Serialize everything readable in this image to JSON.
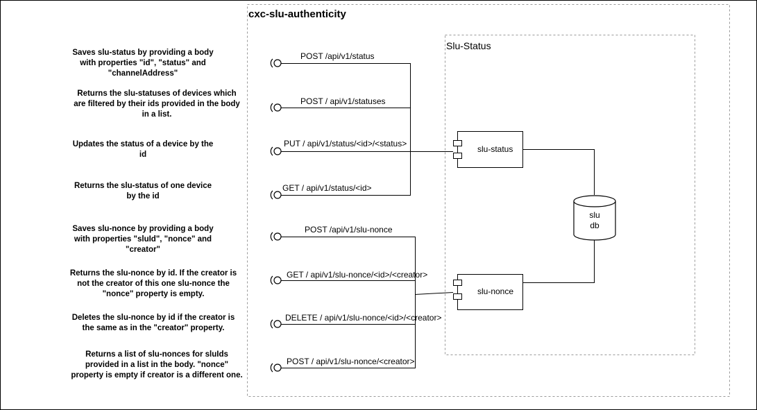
{
  "diagram": {
    "outer_title": "cxc-slu-authenticity",
    "inner_title": "Slu-Status",
    "components": {
      "slu_status": "slu-status",
      "slu_nonce": "slu-nonce"
    },
    "database": {
      "line1": "slu",
      "line2": "db"
    },
    "status_endpoints": [
      "POST /api/v1/status",
      "POST / api/v1/statuses",
      "PUT / api/v1/status/<id>/<status>",
      "GET / api/v1/status/<id>"
    ],
    "nonce_endpoints": [
      "POST /api/v1/slu-nonce",
      "GET / api/v1/slu-nonce/<id>/<creator>",
      "DELETE / api/v1/slu-nonce/<id>/<creator>",
      "POST / api/v1/slu-nonce/<creator>"
    ],
    "descriptions": [
      [
        "Saves slu-status by providing a body",
        "with properties \"id\", \"status\" and",
        "\"channelAddress\""
      ],
      [
        "Returns the slu-statuses of devices which",
        "are filtered by their ids provided in the body",
        "in a list."
      ],
      [
        "Updates the status of a device by the",
        "id"
      ],
      [
        "Returns the slu-status of one device",
        "by the id"
      ],
      [
        "Saves slu-nonce by providing a body",
        "with properties \"sluId\", \"nonce\" and",
        "\"creator\""
      ],
      [
        "Returns the slu-nonce by id. If the creator is",
        "not the creator of this one slu-nonce the",
        "\"nonce\" property is empty."
      ],
      [
        "Deletes the slu-nonce by id  if the creator is",
        "the same as in the \"creator\" property."
      ],
      [
        "Returns a list of slu-nonces for sluIds",
        "provided in a list in the body. \"nonce\"",
        "property is empty if creator is a different one."
      ]
    ]
  }
}
